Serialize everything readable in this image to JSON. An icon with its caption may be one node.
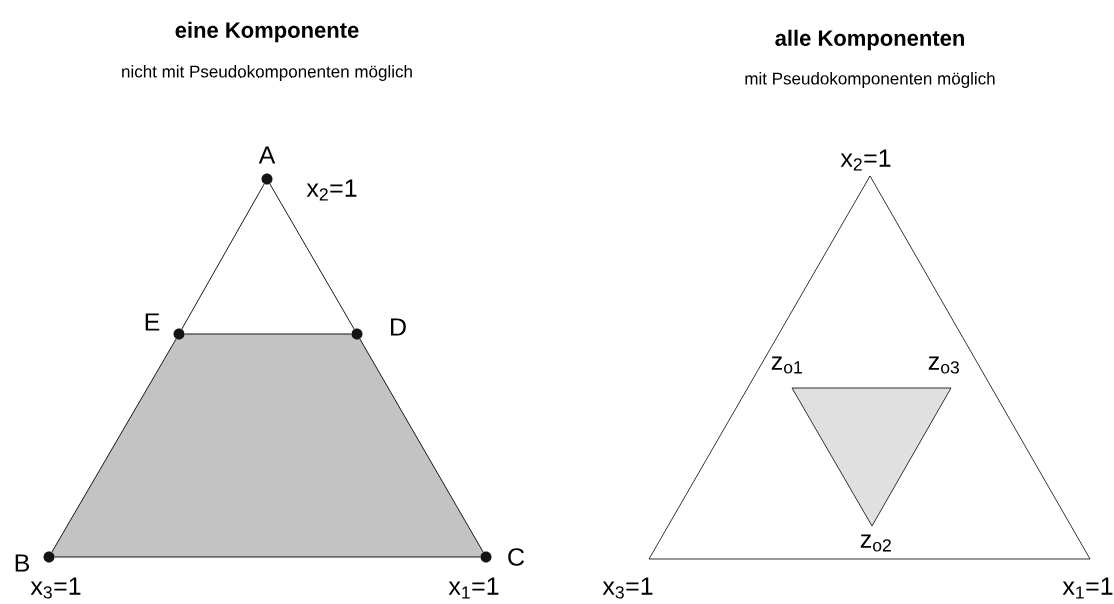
{
  "diagram": {
    "nodes": [
      {
        "text": [
          "A"
        ],
        "beside": [
          "x$_{2}$=1"
        ]
      },
      {
        "text": [
          "E"
        ]
      },
      {
        "text": [
          "D"
        ]
      },
      {
        "text": [
          "B"
        ],
        "beside": [
          "x$_{3}$=1"
        ]
      },
      {
        "text": [
          "C"
        ],
        "beside": [
          "x$_{1}$=1"
        ]
      }
    ],
    "edges": [
      {
        "from": 0,
        "to": 1,
        "arrow": "none"
      },
      {
        "from": 0,
        "to": 2,
        "arrow": "none"
      },
      {
        "from": 1,
        "to": 2,
        "arrow": "none"
      },
      {
        "from": 1,
        "to": 3,
        "arrow": "none"
      },
      {
        "from": 2,
        "to": 4,
        "arrow": "none"
      },
      {
        "from": 3,
        "to": 4,
        "arrow": "none"
      }
    ],
    "labels": [
      "eine Komponente",
      "nicht mit Pseudokomponenten möglich",
      "alle Komponenten",
      "mit Pseudokomponenten möglich",
      "x$_{2}$=1",
      "z$_{o1}$",
      "z$_{o3}$",
      "z$_{o2}$",
      "x$_{3}$=1",
      "x$_{1}$=1"
    ]
  }
}
